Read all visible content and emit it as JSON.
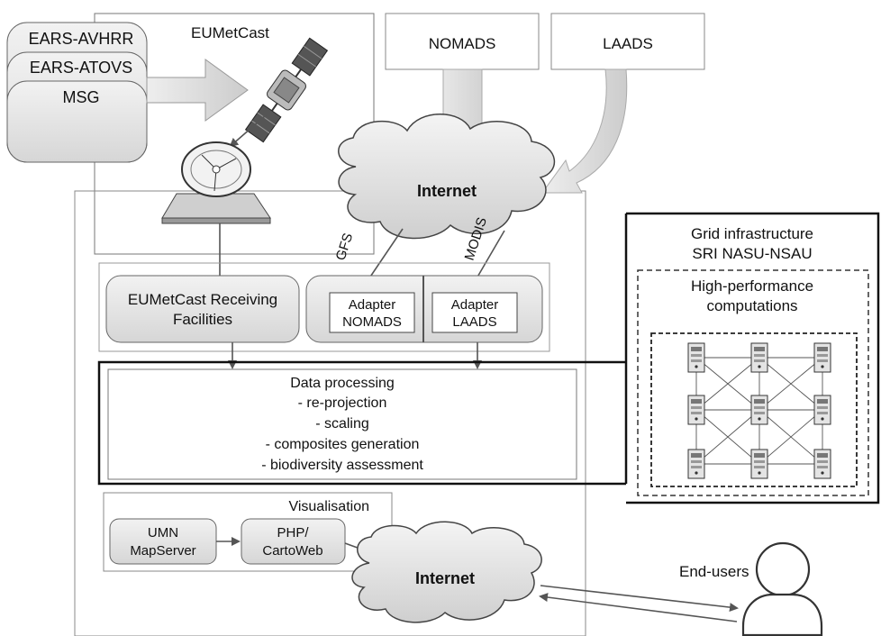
{
  "sources": {
    "stack": [
      "EARS-AVHRR",
      "EARS-ATOVS",
      "MSG"
    ],
    "eumetcast": "EUMetCast",
    "nomads": "NOMADS",
    "laads": "LAADS"
  },
  "internet_top": "Internet",
  "stream_labels": {
    "gfs": "GFS",
    "modis": "MODIS"
  },
  "receiving": {
    "line1": "EUMetCast Receiving",
    "line2": "Facilities"
  },
  "adapters": {
    "nomads": {
      "line1": "Adapter",
      "line2": "NOMADS"
    },
    "laads": {
      "line1": "Adapter",
      "line2": "LAADS"
    }
  },
  "processing": {
    "lines": [
      "Data processing",
      "- re-projection",
      "- scaling",
      "- composites generation",
      "- biodiversity assessment"
    ]
  },
  "visualisation": {
    "title": "Visualisation",
    "umn": {
      "line1": "UMN",
      "line2": "MapServer"
    },
    "php": {
      "line1": "PHP/",
      "line2": "CartoWeb"
    }
  },
  "internet_bottom": "Internet",
  "end_users": "End-users",
  "grid": {
    "title1": "Grid infrastructure",
    "title2": "SRI NASU-NSAU",
    "hpc1": "High-performance",
    "hpc2": "computations"
  }
}
